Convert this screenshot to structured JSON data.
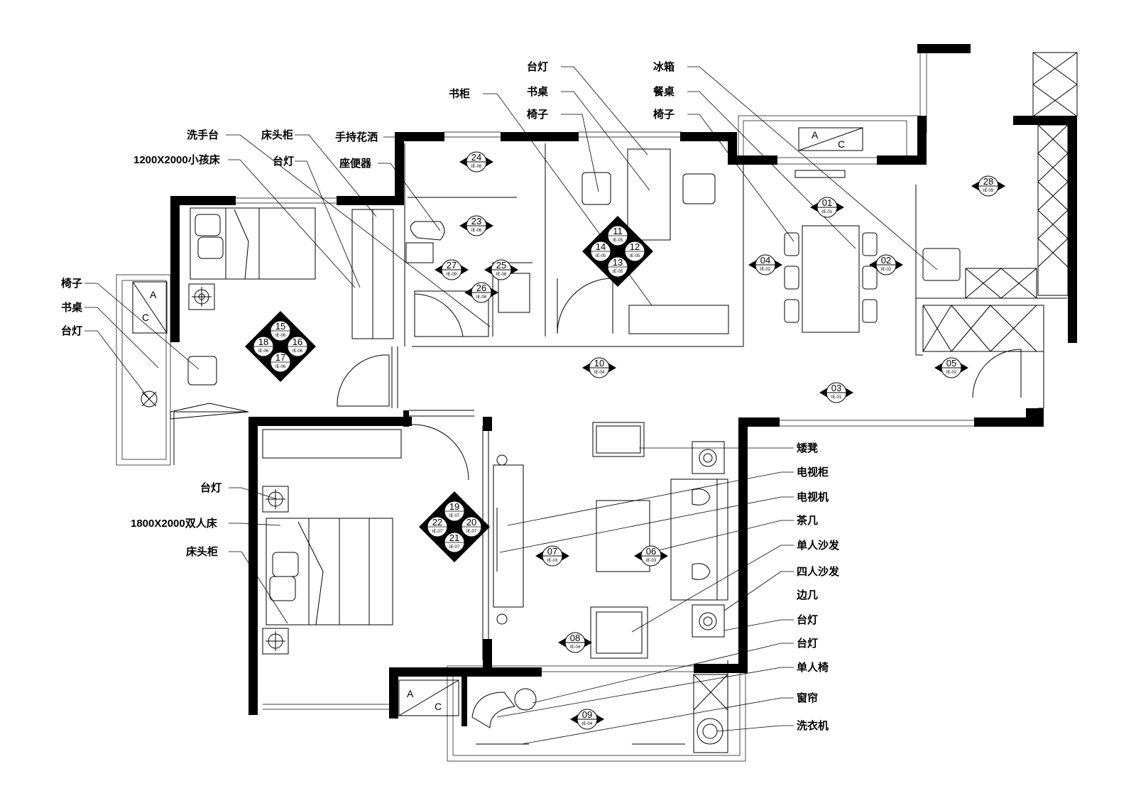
{
  "labels": {
    "lamp_study": "台灯",
    "fridge": "冰箱",
    "desk_study": "书桌",
    "dining_table": "餐桌",
    "chair_study": "椅子",
    "chair_dining": "椅子",
    "bookcase": "书柜",
    "wash_basin": "洗手台",
    "nightstand_kid": "床头柜",
    "hand_shower": "手持花洒",
    "lamp_kid": "台灯",
    "toilet": "座便器",
    "kid_bed": "1200X2000小孩床",
    "chair_kid": "椅子",
    "desk_kid": "书桌",
    "lamp_kid2": "台灯",
    "stool": "矮凳",
    "tv_cabinet": "电视柜",
    "tv": "电视机",
    "tea_table": "茶几",
    "single_sofa": "单人沙发",
    "four_sofa": "四人沙发",
    "side_table": "边几",
    "lamp_side": "台灯",
    "lamp_balcony": "台灯",
    "single_chair": "单人椅",
    "curtain": "窗帘",
    "washer": "洗衣机",
    "lamp_master": "台灯",
    "double_bed": "1800X2000双人床",
    "nightstand_master": "床头柜"
  },
  "ac_units": {
    "top_left": "A",
    "top_right": "C"
  },
  "markers": [
    {
      "id": "01",
      "ref": "IE-01"
    },
    {
      "id": "02",
      "ref": "IE-02"
    },
    {
      "id": "03",
      "ref": "IE-01"
    },
    {
      "id": "04",
      "ref": "IE-02"
    },
    {
      "id": "05",
      "ref": "IE-02"
    },
    {
      "id": "06",
      "ref": "IE-03"
    },
    {
      "id": "07",
      "ref": "IE-03"
    },
    {
      "id": "08",
      "ref": "IE-04"
    },
    {
      "id": "09",
      "ref": "IE-04"
    },
    {
      "id": "10",
      "ref": "IE-04"
    },
    {
      "id": "23",
      "ref": "IE-08"
    },
    {
      "id": "24",
      "ref": "IE-08"
    },
    {
      "id": "25",
      "ref": "IE-08"
    },
    {
      "id": "26",
      "ref": "IE-08"
    },
    {
      "id": "27",
      "ref": "IE-09"
    },
    {
      "id": "28",
      "ref": "IE-09"
    }
  ],
  "clusters": [
    {
      "ids": [
        "11",
        "12",
        "13",
        "14"
      ],
      "ref": "IE-05"
    },
    {
      "ids": [
        "15",
        "16",
        "17",
        "18"
      ],
      "ref": "IE-06"
    },
    {
      "ids": [
        "19",
        "20",
        "21",
        "22"
      ],
      "ref": "IE-07"
    }
  ]
}
